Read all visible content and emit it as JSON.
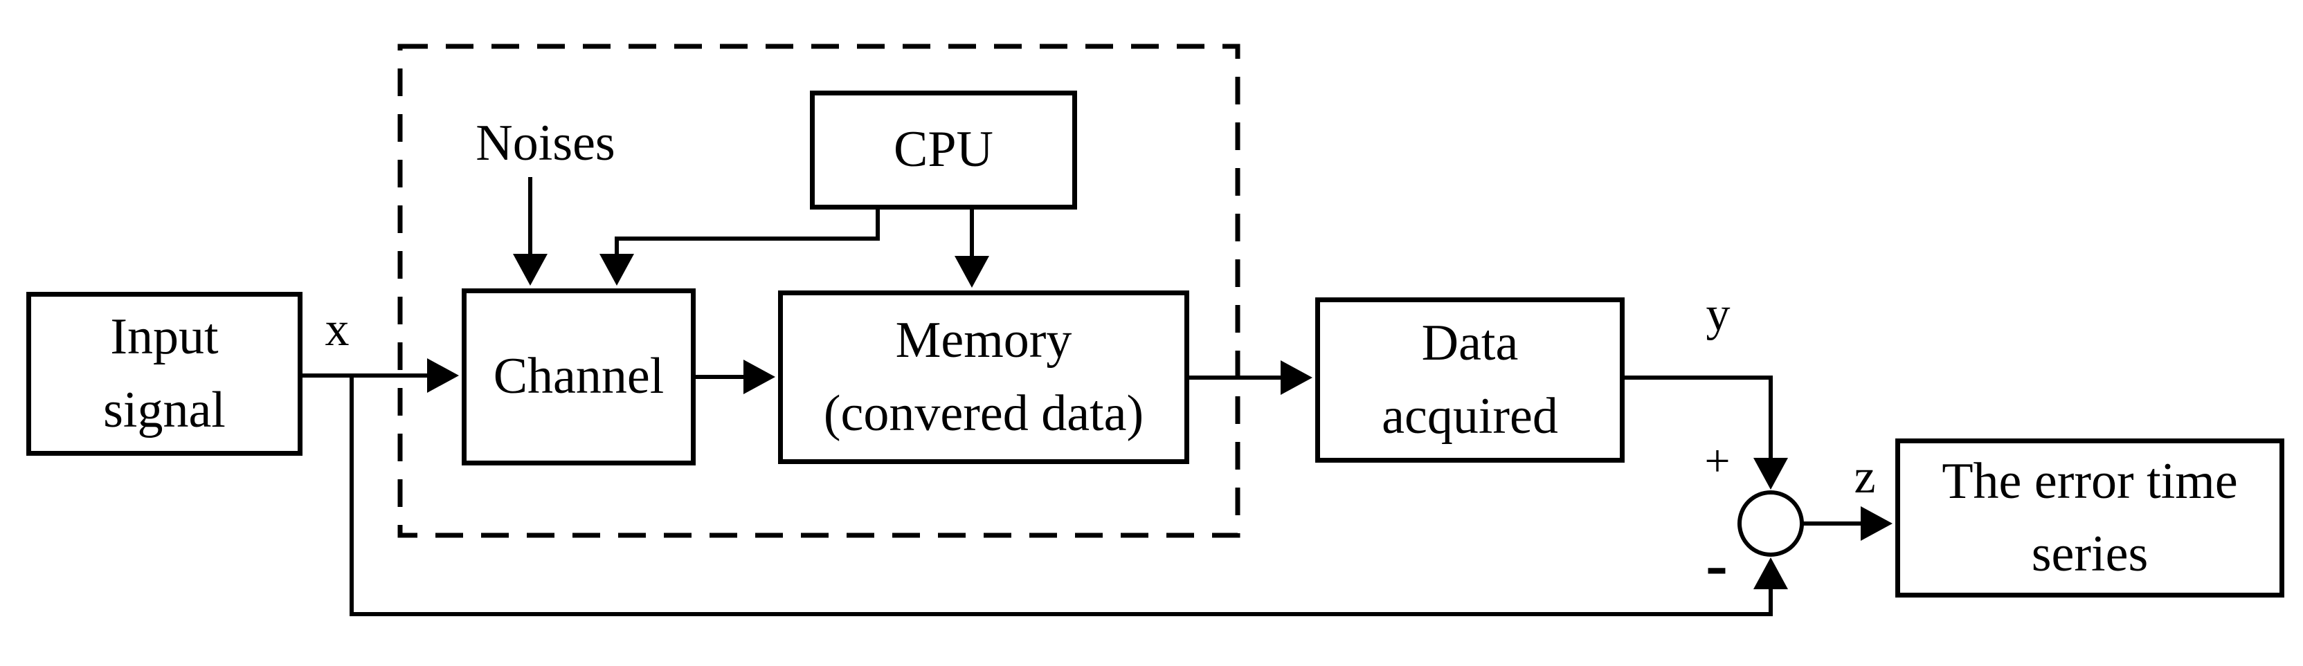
{
  "diagram": {
    "background_color": "#ffffff",
    "line_color": "#000000",
    "nodes": {
      "input_signal": {
        "lines": [
          "Input",
          "signal"
        ]
      },
      "noises": {
        "label": "Noises"
      },
      "cpu": {
        "lines": [
          "CPU"
        ]
      },
      "channel": {
        "lines": [
          "Channel"
        ]
      },
      "memory": {
        "lines": [
          "Memory",
          "(convered data)"
        ]
      },
      "data_acquired": {
        "lines": [
          "Data",
          "acquired"
        ]
      },
      "error_time_series": {
        "lines": [
          "The error time",
          "series"
        ]
      }
    },
    "signal_labels": {
      "x": "x",
      "y": "y",
      "z": "z",
      "plus": "+",
      "minus": "-"
    },
    "edges": [
      {
        "from": "input_signal",
        "to": "channel",
        "label": "x"
      },
      {
        "from": "noises",
        "to": "channel"
      },
      {
        "from": "cpu",
        "to": "channel"
      },
      {
        "from": "cpu",
        "to": "memory"
      },
      {
        "from": "channel",
        "to": "memory"
      },
      {
        "from": "memory",
        "to": "data_acquired"
      },
      {
        "from": "data_acquired",
        "to": "summing_junction",
        "label": "y",
        "sign": "+"
      },
      {
        "from": "input_signal",
        "to": "summing_junction",
        "sign": "-"
      },
      {
        "from": "summing_junction",
        "to": "error_time_series",
        "label": "z"
      }
    ]
  }
}
